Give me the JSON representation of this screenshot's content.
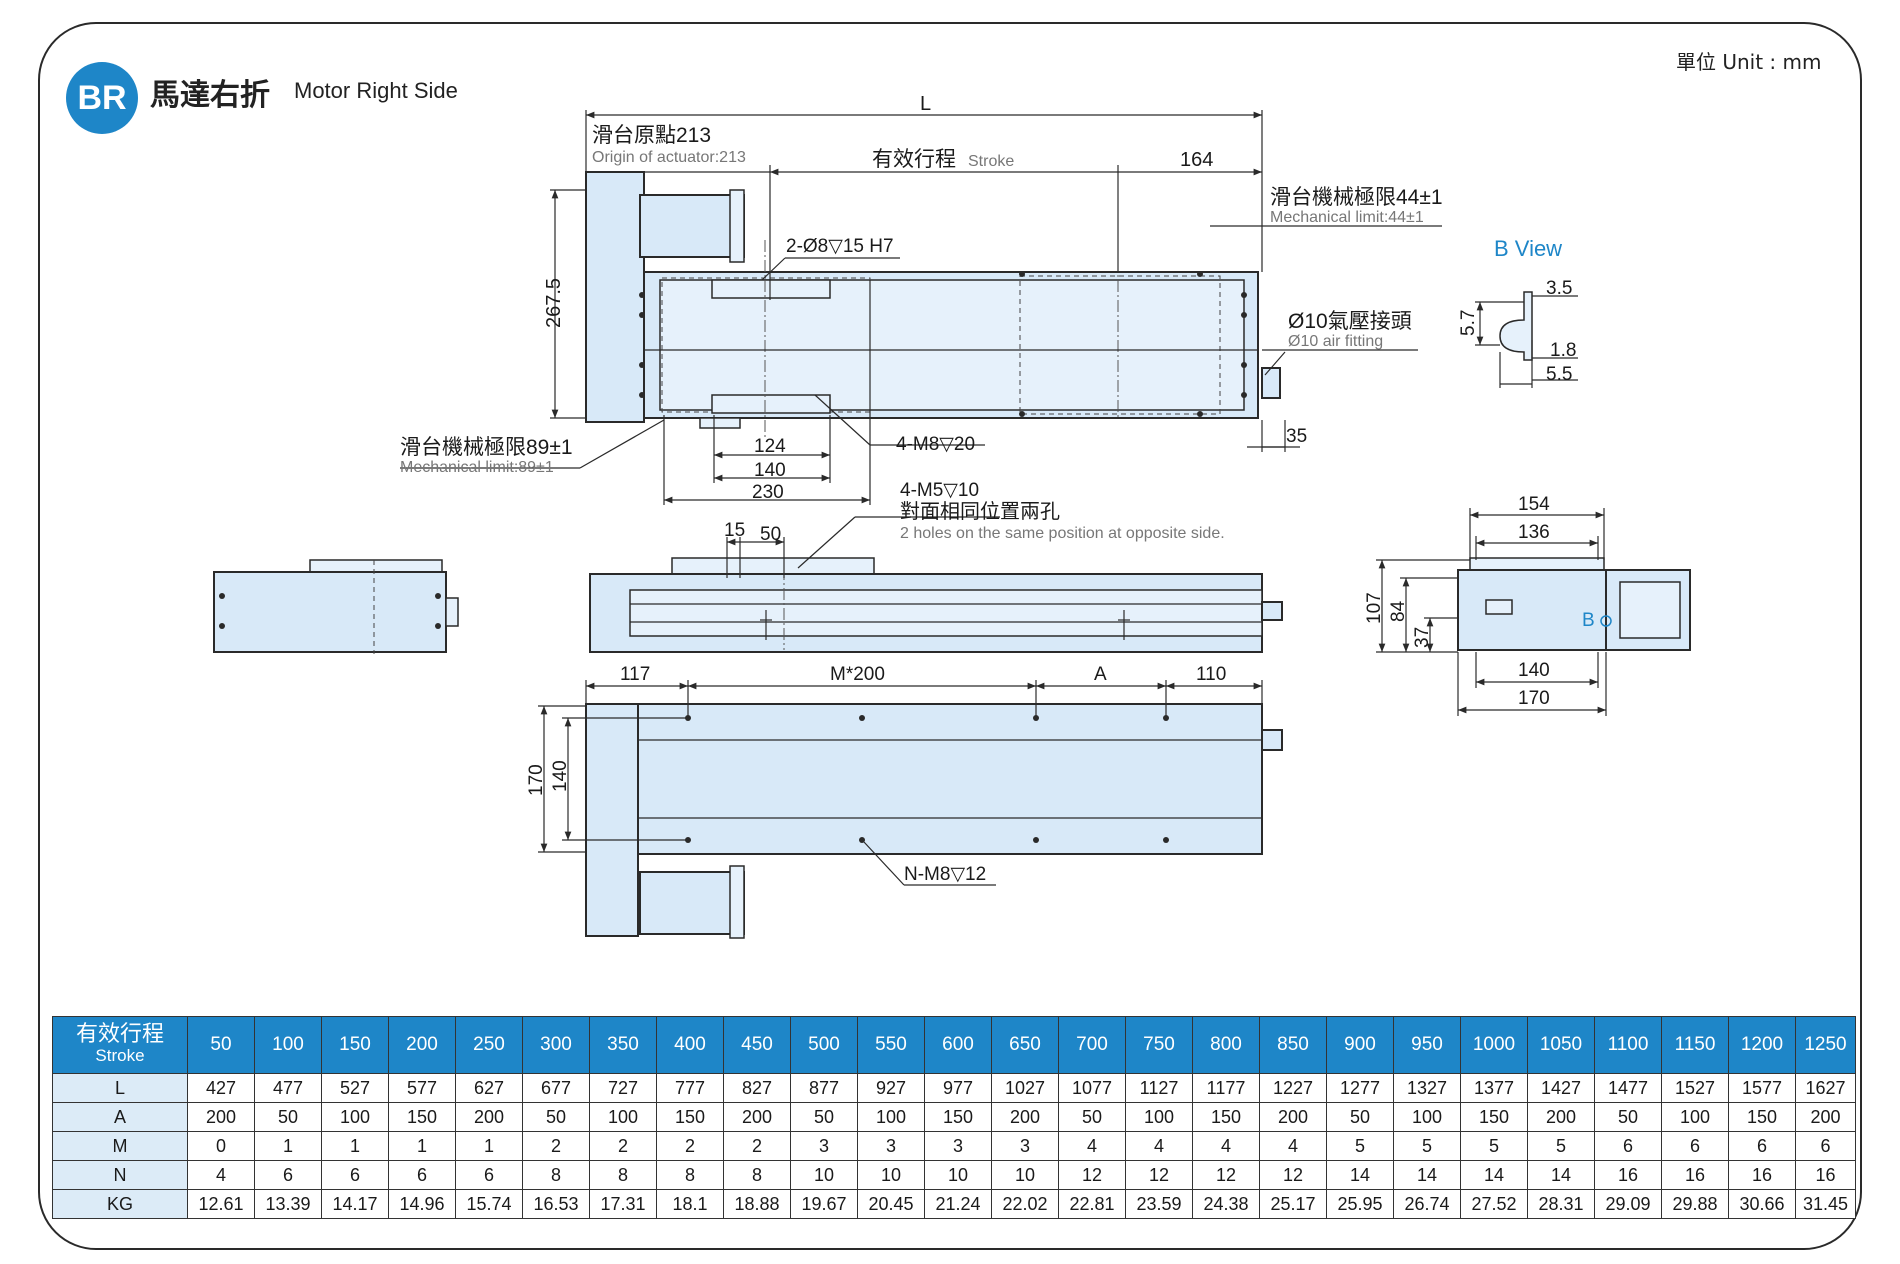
{
  "header": {
    "badge": "BR",
    "title_zh": "馬達右折",
    "title_en": "Motor Right Side",
    "unit": "單位 Unit : mm"
  },
  "annotations": {
    "L": "L",
    "origin_zh": "滑台原點213",
    "origin_en": "Origin of actuator:213",
    "stroke_zh": "有效行程",
    "stroke_en": "Stroke",
    "d164": "164",
    "mech44_zh": "滑台機械極限44±1",
    "mech44_en": "Mechanical limit:44±1",
    "hole_2": "2-Ø8▽15 H7",
    "d267": "267.5",
    "air_zh": "Ø10氣壓接頭",
    "air_en": "Ø10 air fitting",
    "bview": "B View",
    "d3_5": "3.5",
    "d5_7": "5.7",
    "d1_8": "1.8",
    "d5_5": "5.5",
    "mech89_zh": "滑台機械極限89±1",
    "mech89_en": "Mechanical limit:89±1",
    "d124": "124",
    "d140": "140",
    "d230": "230",
    "m8_20": "4-M8▽20",
    "d35": "35",
    "m5_10": "4-M5▽10",
    "opp_zh": "對面相同位置兩孔",
    "opp_en": "2 holes on the same position at opposite side.",
    "d15": "15",
    "d50": "50",
    "d154": "154",
    "d136": "136",
    "d107": "107",
    "d84": "84",
    "d37": "37",
    "b_mark": "B",
    "d140b": "140",
    "d170b": "170",
    "d117": "117",
    "m200": "M*200",
    "dA": "A",
    "d110": "110",
    "d170": "170",
    "d140c": "140",
    "nm8": "N-M8▽12"
  },
  "table": {
    "header_zh": "有效行程",
    "header_en": "Stroke",
    "strokes": [
      "50",
      "100",
      "150",
      "200",
      "250",
      "300",
      "350",
      "400",
      "450",
      "500",
      "550",
      "600",
      "650",
      "700",
      "750",
      "800",
      "850",
      "900",
      "950",
      "1000",
      "1050",
      "1100",
      "1150",
      "1200",
      "1250"
    ],
    "rows": [
      {
        "label": "L",
        "values": [
          "427",
          "477",
          "527",
          "577",
          "627",
          "677",
          "727",
          "777",
          "827",
          "877",
          "927",
          "977",
          "1027",
          "1077",
          "1127",
          "1177",
          "1227",
          "1277",
          "1327",
          "1377",
          "1427",
          "1477",
          "1527",
          "1577",
          "1627"
        ]
      },
      {
        "label": "A",
        "values": [
          "200",
          "50",
          "100",
          "150",
          "200",
          "50",
          "100",
          "150",
          "200",
          "50",
          "100",
          "150",
          "200",
          "50",
          "100",
          "150",
          "200",
          "50",
          "100",
          "150",
          "200",
          "50",
          "100",
          "150",
          "200"
        ]
      },
      {
        "label": "M",
        "values": [
          "0",
          "1",
          "1",
          "1",
          "1",
          "2",
          "2",
          "2",
          "2",
          "3",
          "3",
          "3",
          "3",
          "4",
          "4",
          "4",
          "4",
          "5",
          "5",
          "5",
          "5",
          "6",
          "6",
          "6",
          "6"
        ]
      },
      {
        "label": "N",
        "values": [
          "4",
          "6",
          "6",
          "6",
          "6",
          "8",
          "8",
          "8",
          "8",
          "10",
          "10",
          "10",
          "10",
          "12",
          "12",
          "12",
          "12",
          "14",
          "14",
          "14",
          "14",
          "16",
          "16",
          "16",
          "16"
        ]
      },
      {
        "label": "KG",
        "values": [
          "12.61",
          "13.39",
          "14.17",
          "14.96",
          "15.74",
          "16.53",
          "17.31",
          "18.1",
          "18.88",
          "19.67",
          "20.45",
          "21.24",
          "22.02",
          "22.81",
          "23.59",
          "24.38",
          "25.17",
          "25.95",
          "26.74",
          "27.52",
          "28.31",
          "29.09",
          "29.88",
          "30.66",
          "31.45"
        ]
      }
    ]
  },
  "colors": {
    "accent": "#1e86c8",
    "part_fill": "#d8e9f8",
    "row_label_bg": "#dcebf7"
  }
}
